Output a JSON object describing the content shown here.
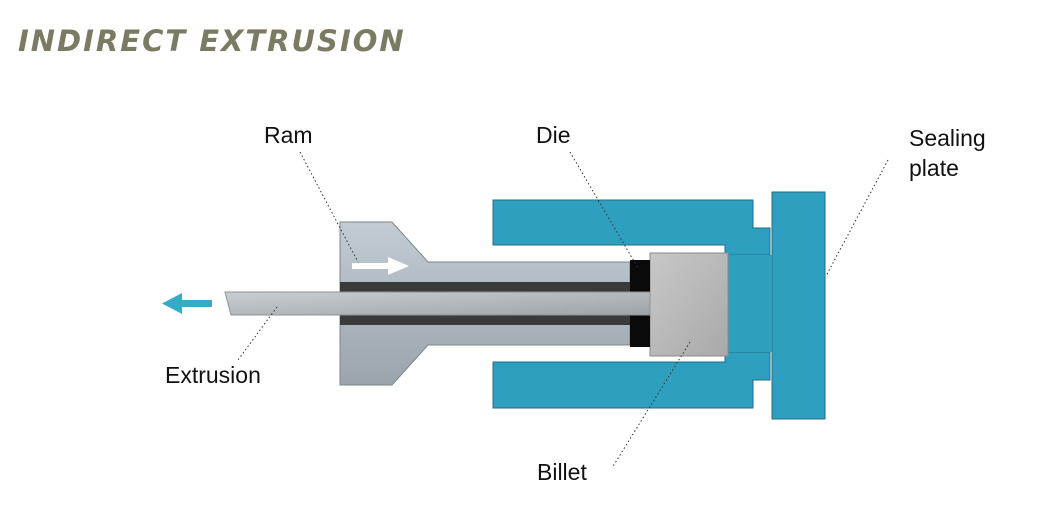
{
  "title": "INDIRECT EXTRUSION",
  "labels": {
    "ram": "Ram",
    "die": "Die",
    "sealing_plate_line1": "Sealing",
    "sealing_plate_line2": "plate",
    "extrusion": "Extrusion",
    "billet": "Billet"
  },
  "colors": {
    "container": "#2f9fbf",
    "arrow_accent": "#3aa9c8",
    "die": "#0a0a0a",
    "title": "#7b7a63"
  }
}
